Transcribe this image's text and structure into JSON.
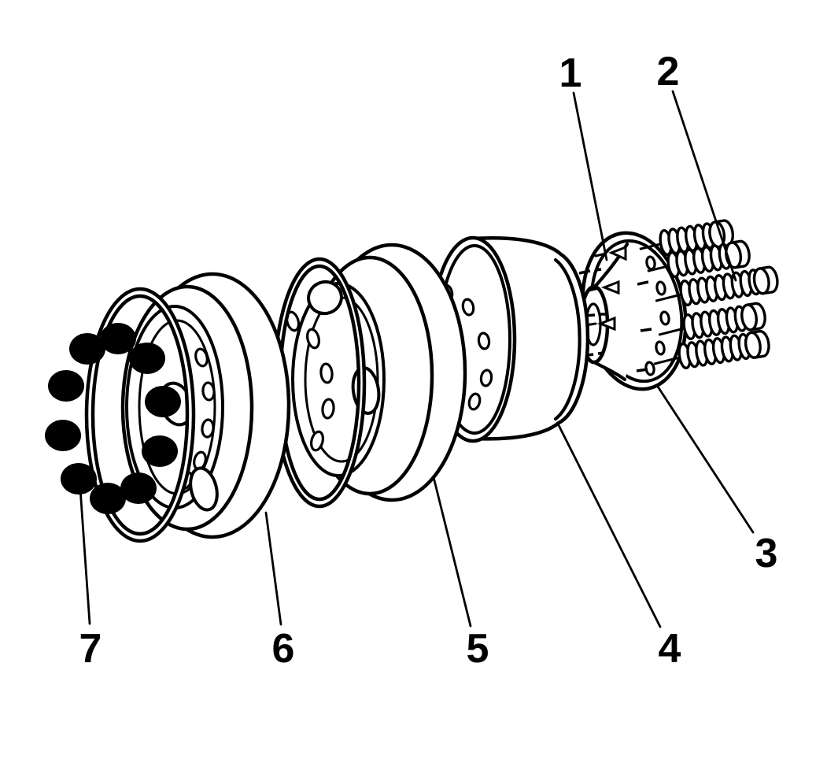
{
  "figure": {
    "background_color": "#ffffff",
    "line_color": "#000000",
    "type": "exploded-parts-diagram"
  },
  "callouts": [
    {
      "label": "1"
    },
    {
      "label": "2"
    },
    {
      "label": "3"
    },
    {
      "label": "4"
    },
    {
      "label": "5"
    },
    {
      "label": "6"
    },
    {
      "label": "7"
    }
  ]
}
